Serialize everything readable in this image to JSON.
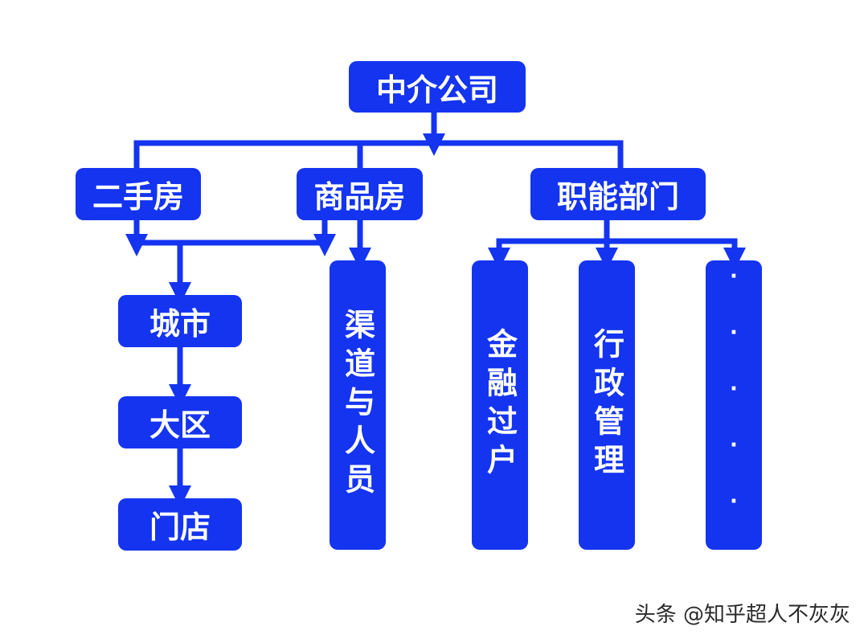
{
  "diagram": {
    "root": {
      "label": "中介公司"
    },
    "branches": {
      "second_hand": {
        "label": "二手房"
      },
      "new_homes": {
        "label": "商品房"
      },
      "functional": {
        "label": "职能部门"
      }
    },
    "chain": {
      "city": {
        "label": "城市"
      },
      "district": {
        "label": "大区"
      },
      "store": {
        "label": "门店"
      }
    },
    "channel": {
      "label": "渠道与人员"
    },
    "finance": {
      "label": "金融过户"
    },
    "admin": {
      "label": "行政管理"
    },
    "more": {
      "label": "·····"
    },
    "colors": {
      "node_fill": "#1434f0",
      "connector": "#1434f0",
      "text": "#ffffff"
    }
  },
  "watermark": {
    "text": "头条 @知乎超人不灰灰"
  }
}
